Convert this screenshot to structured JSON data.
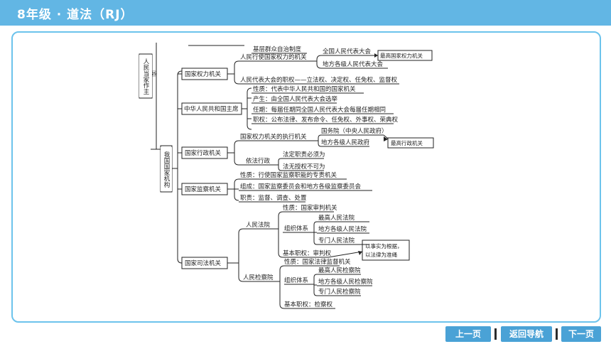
{
  "header": {
    "title": "8年级 · 道法（RJ）"
  },
  "diagram": {
    "root": "人民当家作主",
    "branch": "我国国家机构",
    "top_item": "基层群众自治制度",
    "circle_mark": "㉕",
    "sections": {
      "power": {
        "label": "国家权力机关",
        "row1": "人民行使国家权力的机关",
        "npc": "全国人民代表大会",
        "local": "地方各级人民代表大会",
        "highest": "最高国家权力机关",
        "duties": "人民代表大会的职权——立法权、决定权、任免权、监督权"
      },
      "head": {
        "label": "中华人民共和国主席",
        "items": [
          "性质：代表中华人民共和国的国家机关",
          "产生：由全国人民代表大会选举",
          "任期：每届任期同全国人民代表大会每届任期相同",
          "职权：公布法律、发布命令、任免权、外事权、荣典权"
        ]
      },
      "admin": {
        "label": "国家行政机关",
        "row1": "国家权力机关的执行机关",
        "council": "国务院（中央人民政府）",
        "local_gov": "地方各级人民政府",
        "highest": "最高行政机关",
        "law": "依法行政",
        "law_items": [
          "法定职责必须为",
          "法无授权不可为"
        ]
      },
      "supervision": {
        "label": "国家监察机关",
        "items": [
          "性质：行使国家监察职能的专责机关",
          "组成：国家监察委员会和地方各级监察委员会",
          "职责：监督、调查、处置"
        ]
      },
      "judicial": {
        "label": "国家司法机关",
        "court": {
          "label": "人民法院",
          "nature": "性质：国家审判机关",
          "org": "组织体系",
          "org_items": [
            "最高人民法院",
            "地方各级人民法院",
            "专门人民法院"
          ],
          "duty": "基本职权：审判权",
          "note": [
            "以事实为根据，",
            "以法律为准绳"
          ]
        },
        "procuratorate": {
          "label": "人民检察院",
          "nature": "性质：国家法律监督机关",
          "org": "组织体系",
          "org_items": [
            "最高人民检察院",
            "地方各级人民检察院",
            "专门人民检察院"
          ],
          "duty": "基本职权：检察权"
        }
      }
    }
  },
  "nav": {
    "prev": "上一页",
    "home": "返回导航",
    "next": "下一页"
  },
  "colors": {
    "header": "#62b6e4",
    "frame": "#6cc3ec",
    "button": "#4aa2d6"
  }
}
